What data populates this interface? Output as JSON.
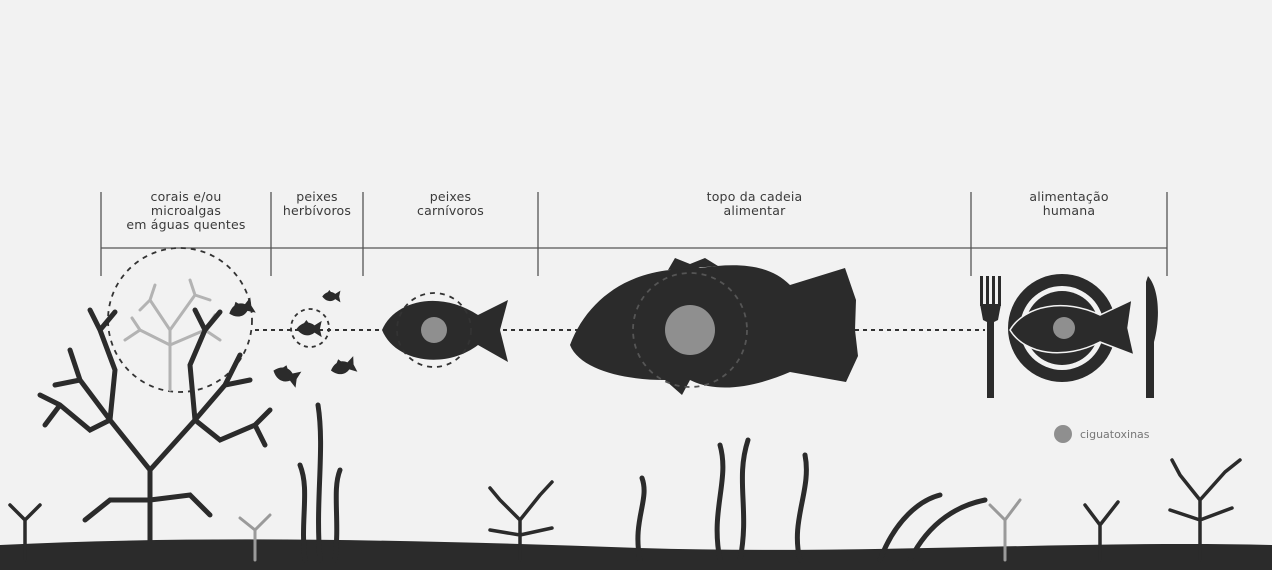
{
  "stages": [
    {
      "id": "corais",
      "label": "corais e/ou\nmicroalgas\nem águas quentes"
    },
    {
      "id": "herbivoros",
      "label": "peixes\nherbívoros"
    },
    {
      "id": "carnivoros",
      "label": "peixes\ncarnívoros"
    },
    {
      "id": "topo",
      "label": "topo da cadeia\nalimentar"
    },
    {
      "id": "humana",
      "label": "alimentação\nhumana"
    }
  ],
  "legend": {
    "label": "ciguatoxinas",
    "color": "#8f8f8f"
  },
  "colors": {
    "silhouette": "#2b2b2b",
    "coral_light": "#b3b3b3",
    "background": "#f2f2f2",
    "toxin": "#8f8f8f"
  }
}
